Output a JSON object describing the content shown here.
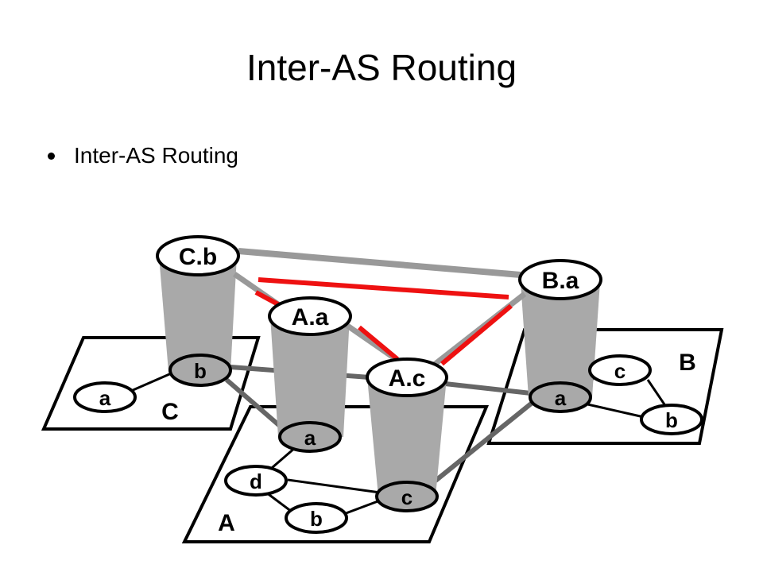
{
  "slide": {
    "title": "Inter-AS Routing",
    "bullet": "Inter-AS Routing"
  },
  "diagram": {
    "as_labels": {
      "C": "C",
      "A": "A",
      "B": "B"
    },
    "top_routers": {
      "cb": "C.b",
      "aa": "A.a",
      "ac": "A.c",
      "ba": "B.a"
    },
    "as_c_routers": {
      "a": "a",
      "b": "b"
    },
    "as_a_routers": {
      "a": "a",
      "d": "d",
      "b": "b",
      "c": "c"
    },
    "as_b_routers": {
      "a": "a",
      "c": "c",
      "b": "b"
    },
    "colors": {
      "red_link": "#ee1111",
      "gray_link": "#999999",
      "dark_link": "#666666",
      "cylinder": "#a9a9a9"
    }
  }
}
